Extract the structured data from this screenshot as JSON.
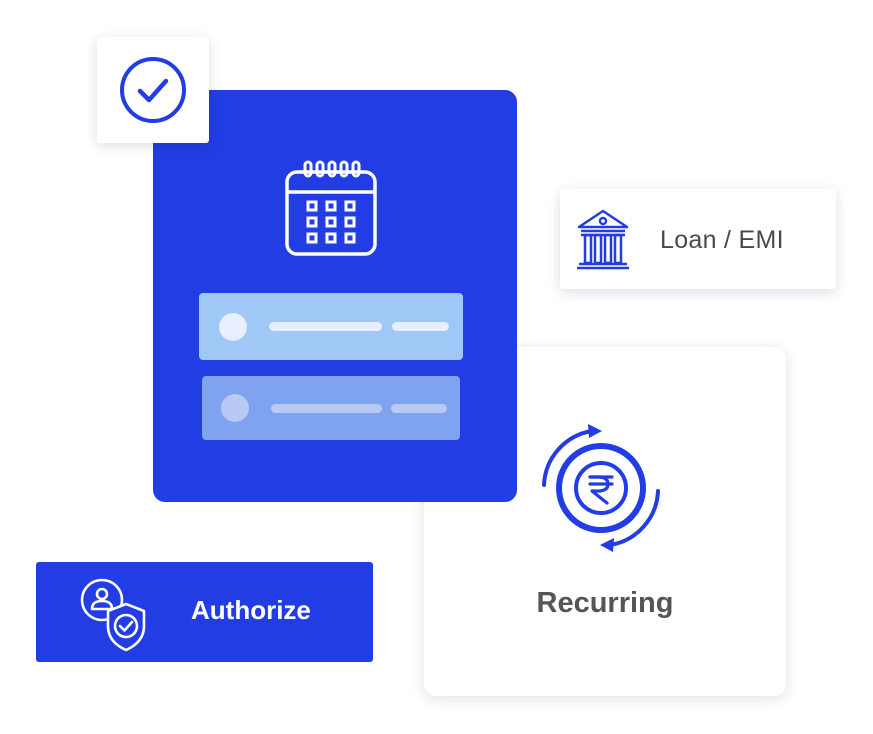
{
  "colors": {
    "primary": "#223DE3",
    "row1": "#9FC8F6",
    "row2": "#7FA3EE",
    "white": "#ffffff"
  },
  "icons": {
    "check": "check-circle-icon",
    "calendar": "calendar-icon",
    "bank": "bank-icon",
    "recurring": "rupee-cycle-icon",
    "authorize": "user-shield-check-icon"
  },
  "loan": {
    "label": "Loan / EMI"
  },
  "recurring": {
    "label": "Recurring"
  },
  "authorize": {
    "label": "Authorize"
  }
}
